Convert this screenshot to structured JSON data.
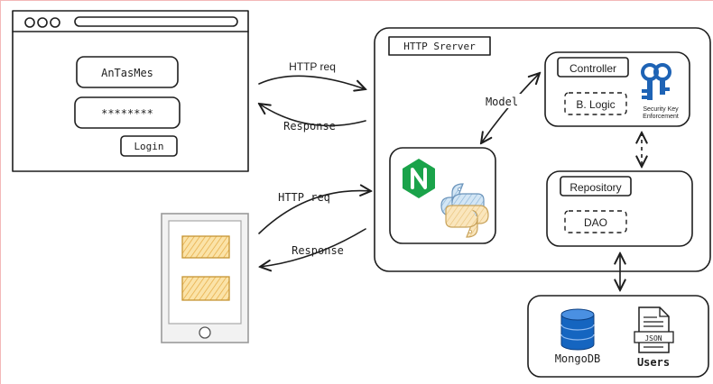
{
  "browser": {
    "username_value": "AnTasMes",
    "password_value": "********",
    "login_label": "Login"
  },
  "arrows": {
    "browser_request": "HTTP req",
    "browser_response": "Response",
    "mobile_request": "HTTP req",
    "mobile_response": "Response",
    "model": "Model"
  },
  "server": {
    "title": "HTTP Srerver",
    "controller": "Controller",
    "business_logic": "B. Logic",
    "security_line1": "Security Key",
    "security_line2": "Enforcement",
    "repository": "Repository",
    "dao": "DAO"
  },
  "database": {
    "mongodb": "MongoDB",
    "users": "Users",
    "json_badge": "JSON"
  },
  "colors": {
    "nginx_green": "#1aa34a",
    "python_blue": "#b7d3ea",
    "python_yellow": "#f7dca8",
    "mongo_blue": "#1565c0",
    "security_blue": "#1e63b5",
    "mobile_bar": "#f5c76b"
  }
}
